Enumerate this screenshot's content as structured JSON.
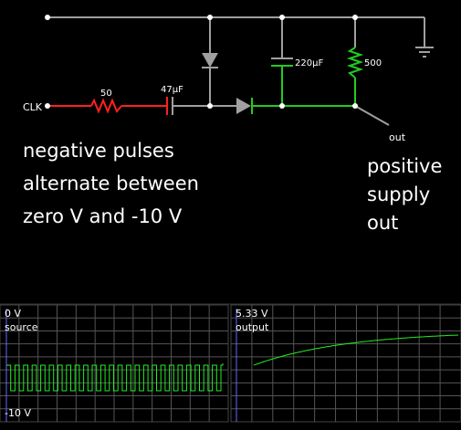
{
  "circuit": {
    "input_label": "CLK",
    "resistor_input_label": "50",
    "capacitor_input_label": "47µF",
    "capacitor_output_label": "220µF",
    "resistor_load_label": "500",
    "output_label": "out",
    "note_left": [
      "negative pulses",
      "alternate between",
      "zero V and -10 V"
    ],
    "note_right": [
      "positive",
      "supply",
      "out"
    ]
  },
  "scopes": {
    "source": {
      "top_label": "0 V",
      "name": "source",
      "bottom_label": "-10 V"
    },
    "output": {
      "top_label": "5.33 V",
      "name": "output"
    }
  },
  "colors": {
    "background": "#000000",
    "wire": "#a0a0a0",
    "wire_active": "#22cc22",
    "wire_red": "#ff2020",
    "node": "#ffffff",
    "trace": "#22ee22",
    "grid": "#555555",
    "scope_border": "#444444"
  }
}
